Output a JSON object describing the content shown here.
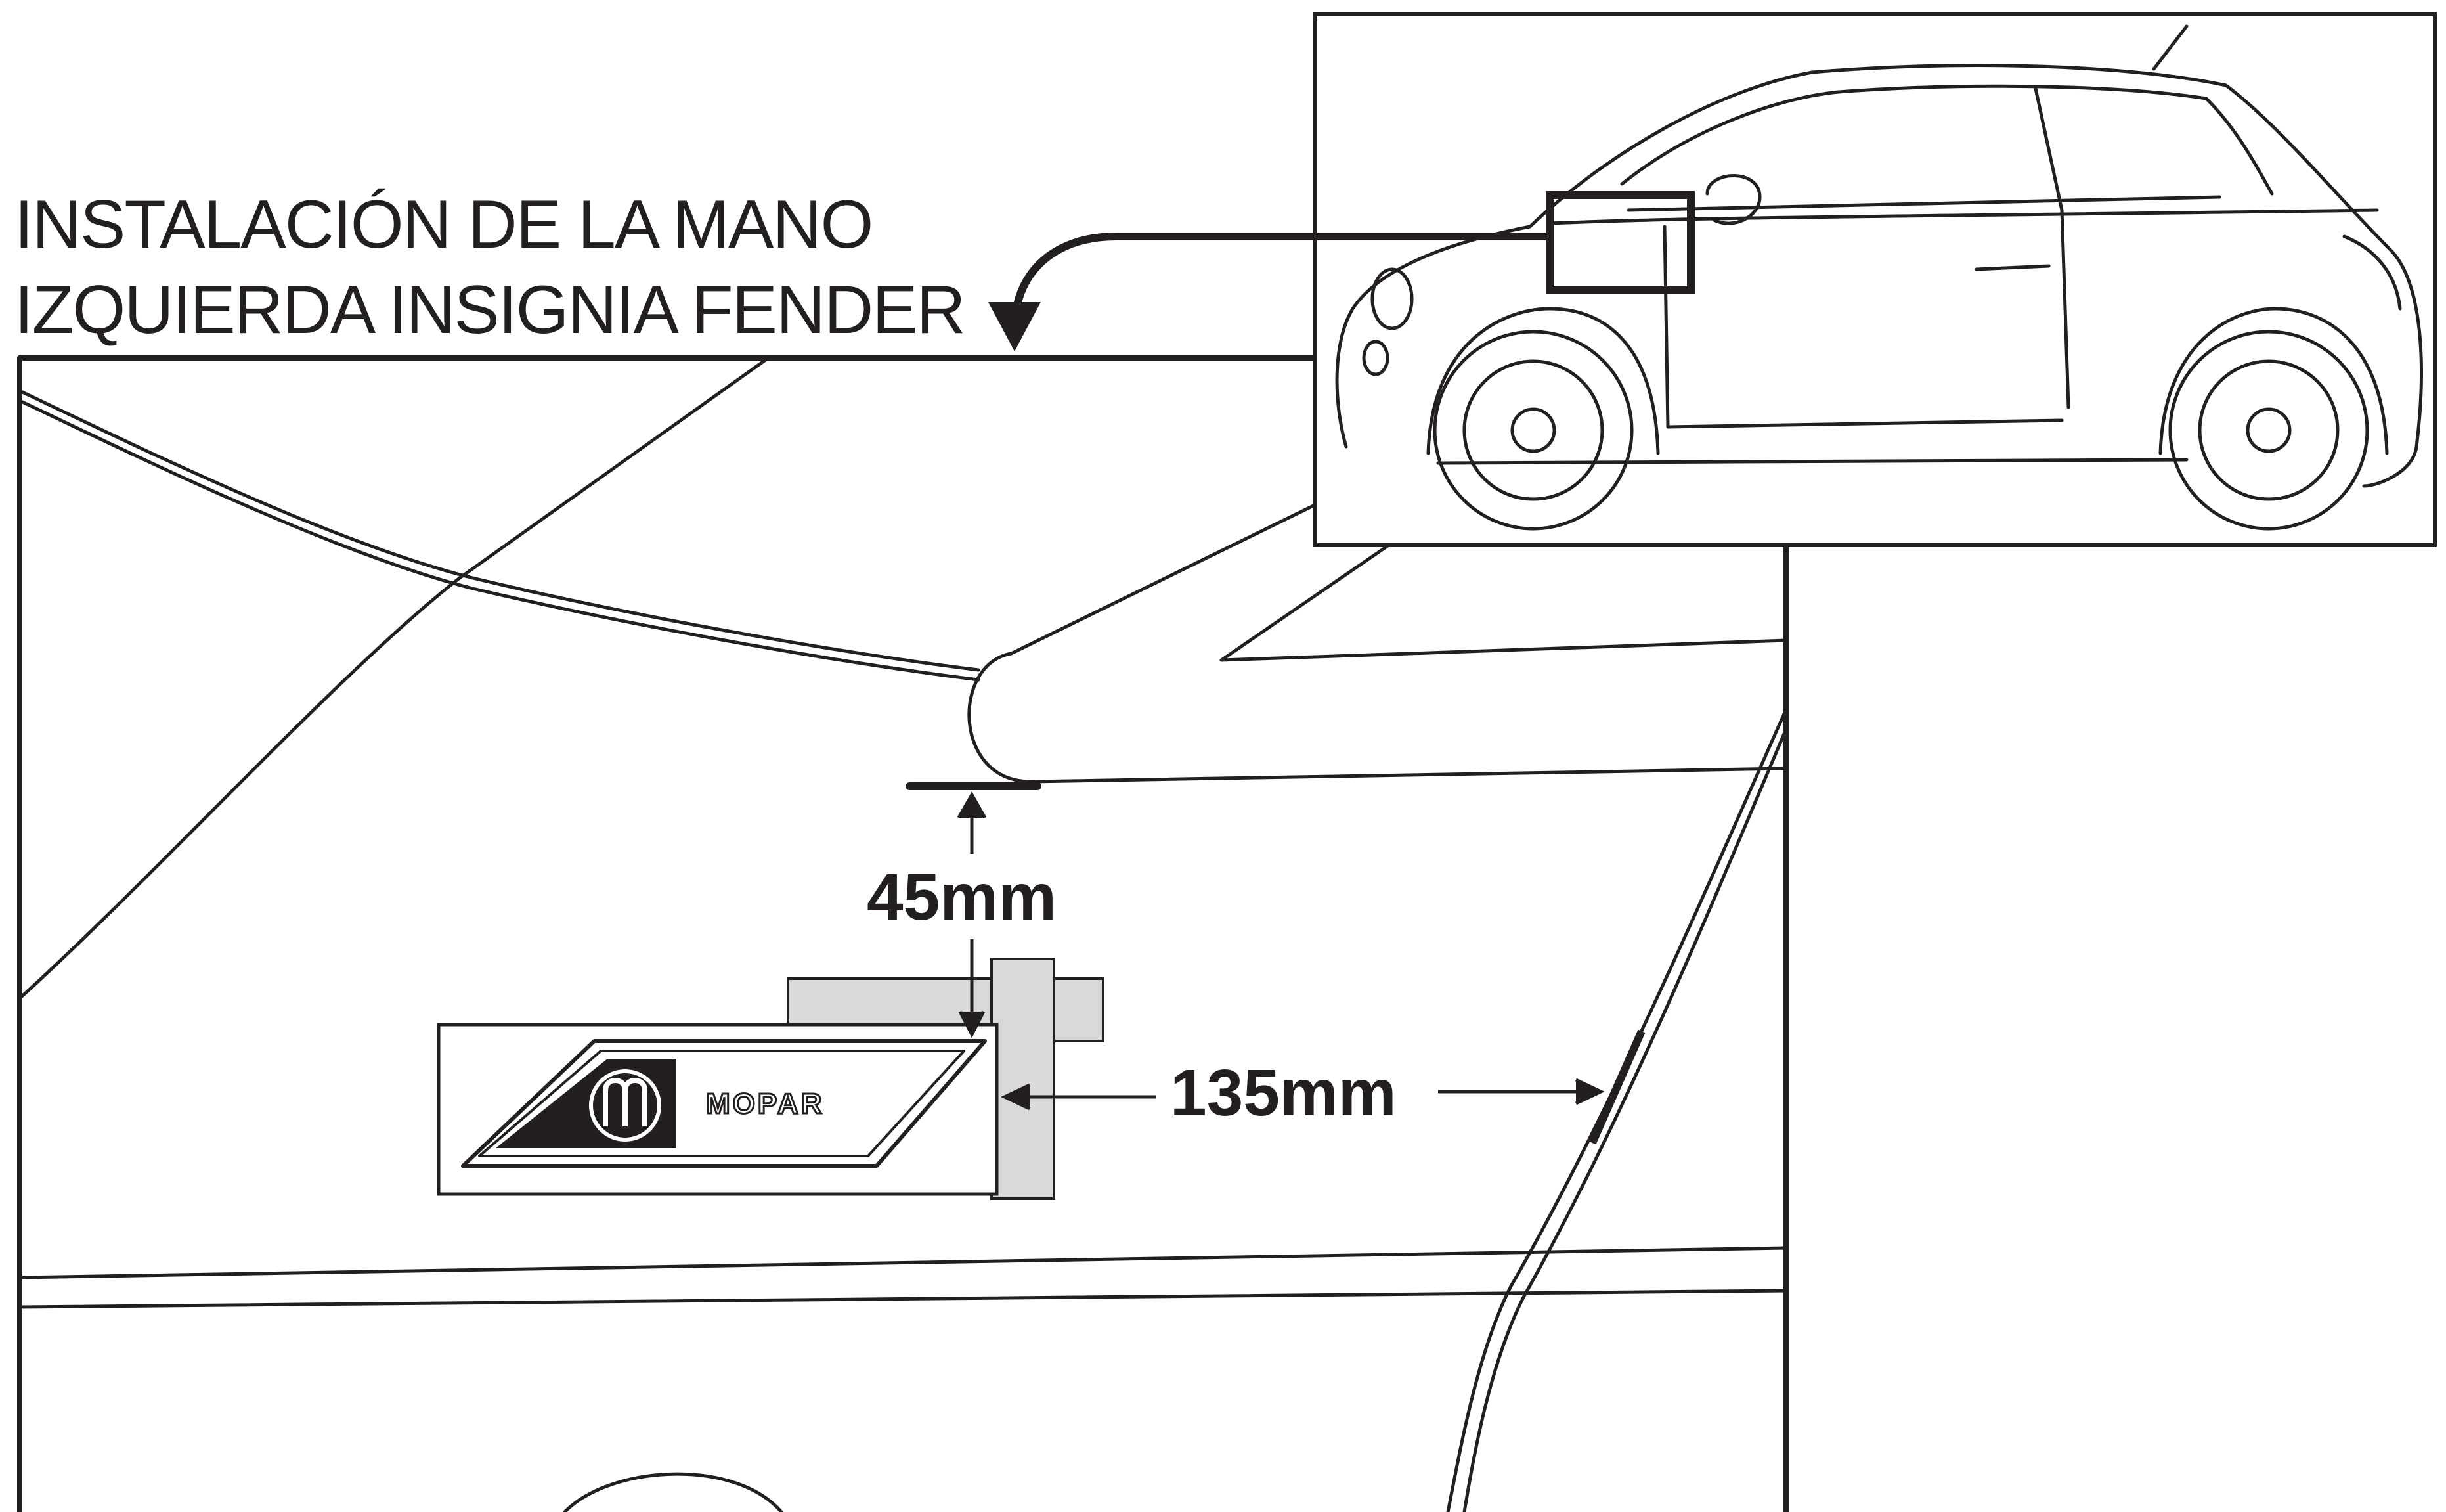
{
  "title": {
    "line1": "INSTALACIÓN DE LA MANO",
    "line2": "IZQUIERDA INSIGNIA FENDER"
  },
  "dimensions": {
    "vertical_label": "45mm",
    "horizontal_label": "135mm"
  },
  "badge": {
    "brand_text": "MOPAR"
  },
  "colors": {
    "line": "#231f20",
    "tape": "#d9d9d9",
    "background": "#ffffff"
  }
}
